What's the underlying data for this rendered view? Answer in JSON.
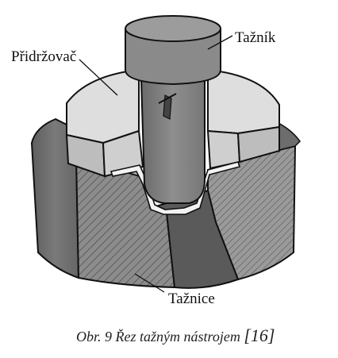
{
  "labels": {
    "punch": "Tažník",
    "blank_holder": "Přidržovač",
    "die": "Tažnice"
  },
  "caption": {
    "text": "Obr. 9 Řez tažným nástrojem",
    "ref": "[16]"
  },
  "colors": {
    "light_gray": "#dcdcdc",
    "mid_gray": "#a9a9a9",
    "dark_gray": "#6f6f6f",
    "outline": "#111111"
  }
}
